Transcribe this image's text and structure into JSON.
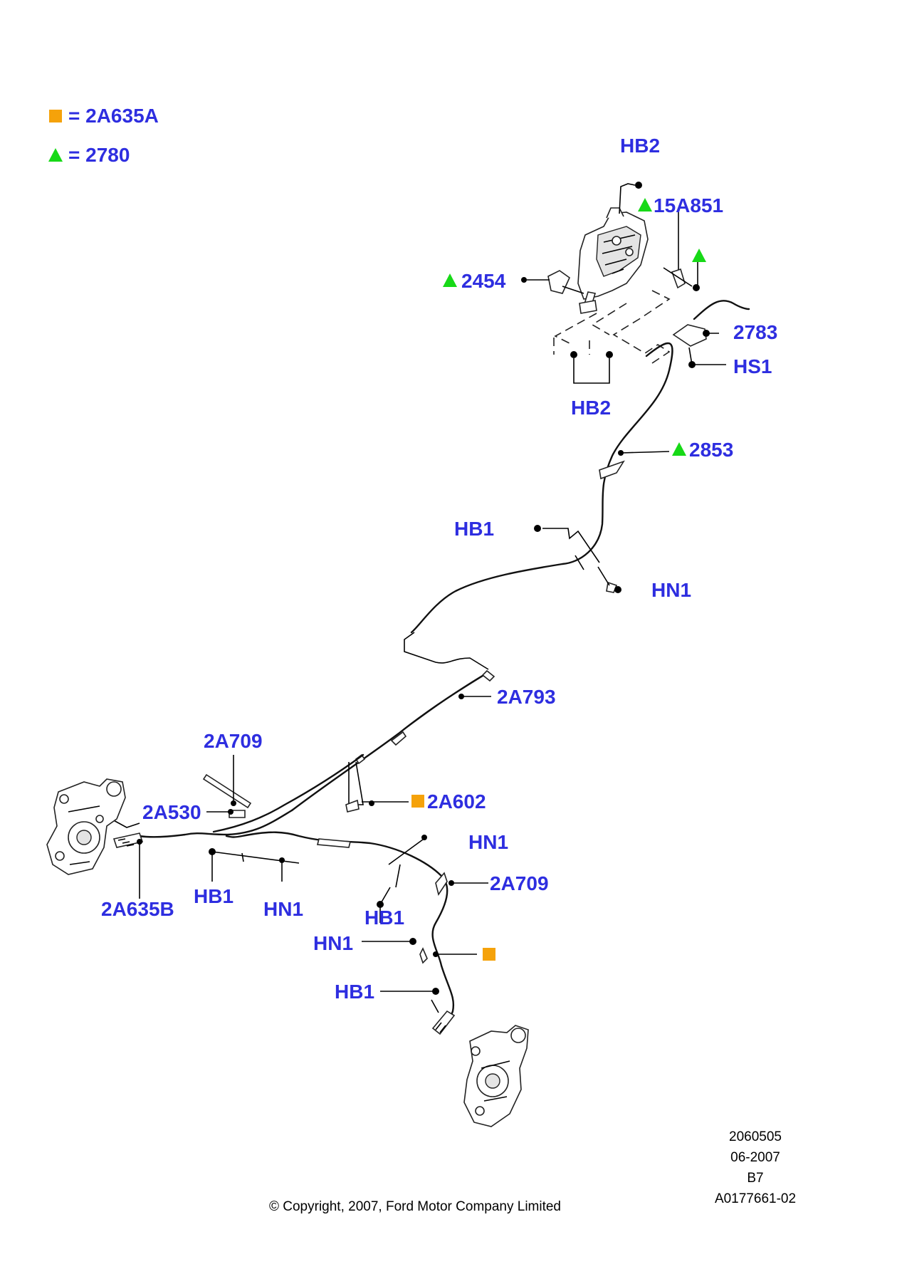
{
  "legend": {
    "square_text": "= 2A635A",
    "triangle_text": "= 2780",
    "square_color": "#f5a20a",
    "triangle_color": "#17d917"
  },
  "callouts": {
    "hb2_top": "HB2",
    "a15a851": "15A851",
    "a2454": "2454",
    "a2783": "2783",
    "hs1": "HS1",
    "hb2_mid": "HB2",
    "a2853": "2853",
    "hb1_upper": "HB1",
    "hn1_upper": "HN1",
    "a2a793": "2A793",
    "a2a709_left": "2A709",
    "a2a530": "2A530",
    "a2a602": "2A602",
    "hn1_right": "HN1",
    "a2a709_right": "2A709",
    "a2a635b": "2A635B",
    "hb1_left": "HB1",
    "hn1_left": "HN1",
    "hb1_mid": "HB1",
    "hn1_lower": "HN1",
    "hb1_lower": "HB1"
  },
  "info_block": {
    "line1": "2060505",
    "line2": "06-2007",
    "line3": "B7",
    "line4": "A0177661-02"
  },
  "copyright": "© Copyright, 2007, Ford Motor Company Limited"
}
